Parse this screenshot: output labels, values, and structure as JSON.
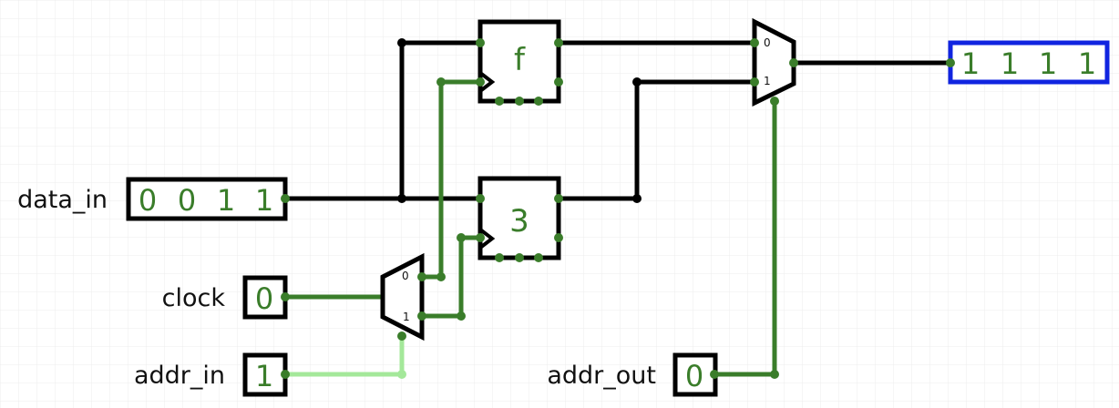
{
  "colors": {
    "wire_black": "#000000",
    "wire_green": "#3a7d2a",
    "wire_light_green": "#a4e89a",
    "output_border": "#1024e0",
    "value_text": "#3a7d2a",
    "grid": "#e9e9e9"
  },
  "inputs": {
    "data_in": {
      "label": "data_in",
      "bits": [
        "0",
        "0",
        "1",
        "1"
      ]
    },
    "clock": {
      "label": "clock",
      "bits": [
        "0"
      ]
    },
    "addr_in": {
      "label": "addr_in",
      "bits": [
        "1"
      ]
    },
    "addr_out": {
      "label": "addr_out",
      "bits": [
        "0"
      ]
    }
  },
  "output": {
    "bits": [
      "1",
      "1",
      "1",
      "1"
    ]
  },
  "registers": {
    "reg_top": {
      "value": "f"
    },
    "reg_bottom": {
      "value": "3"
    }
  },
  "muxes": {
    "demux_clock": {
      "pin0": "0",
      "pin1": "1"
    },
    "mux_out": {
      "pin0": "0",
      "pin1": "1"
    }
  }
}
